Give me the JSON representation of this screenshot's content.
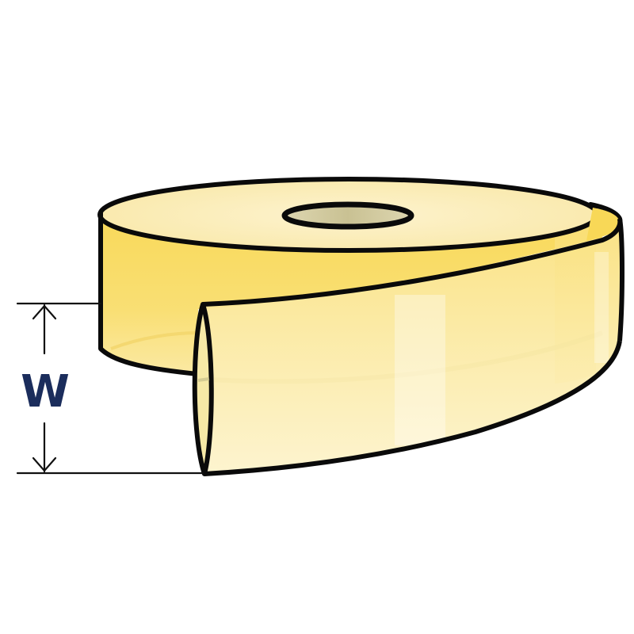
{
  "diagram": {
    "title": "Tape roll width dimension",
    "dimension": {
      "label": "W",
      "meaning": "width"
    },
    "colors": {
      "background": "#ffffff",
      "outline": "#0a0a0a",
      "tape_top": "#fbefbf",
      "tape_side": "#f8dc6a",
      "tape_side_light": "#fbe89a",
      "tape_strip": "#fcf0b8",
      "tape_strip_light": "#fdf5cf",
      "core_hole": "#cdc59a",
      "label_color": "#1b2d5c",
      "dimension_line": "#111111"
    }
  }
}
